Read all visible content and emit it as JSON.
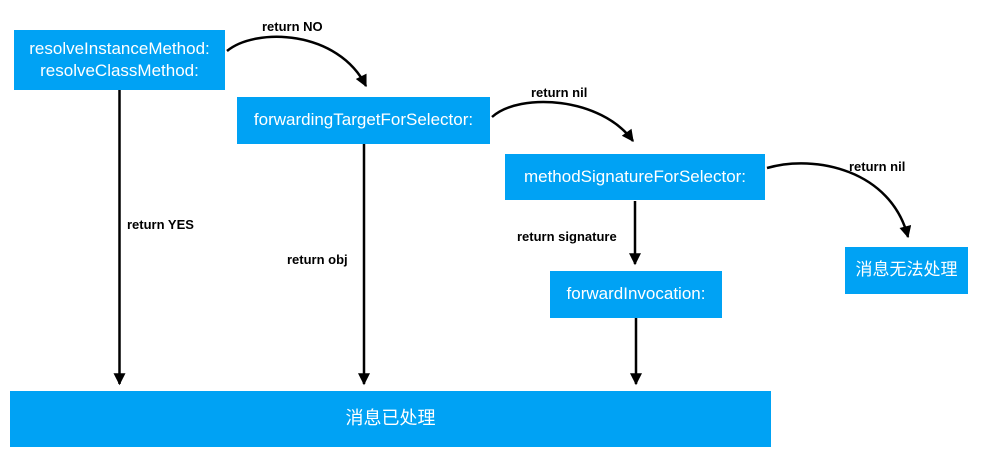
{
  "diagram": {
    "nodes": {
      "resolve": {
        "label_line1": "resolveInstanceMethod:",
        "label_line2": "resolveClassMethod:"
      },
      "forwarding_target": {
        "label": "forwardingTargetForSelector:"
      },
      "method_signature": {
        "label": "methodSignatureForSelector:"
      },
      "forward_invocation": {
        "label": "forwardInvocation:"
      },
      "message_unhandled": {
        "label": "消息无法处理"
      },
      "message_handled": {
        "label": "消息已处理"
      }
    },
    "edges": {
      "return_no": {
        "label": "return NO"
      },
      "return_yes": {
        "label": "return YES"
      },
      "return_nil_first": {
        "label": "return nil"
      },
      "return_obj": {
        "label": "return obj"
      },
      "return_signature": {
        "label": "return signature"
      },
      "return_nil_second": {
        "label": "return nil"
      }
    },
    "colors": {
      "node_fill": "#00A2F4",
      "node_text": "#FFFFFF",
      "arrow": "#000000",
      "background": "#FFFFFF"
    }
  }
}
